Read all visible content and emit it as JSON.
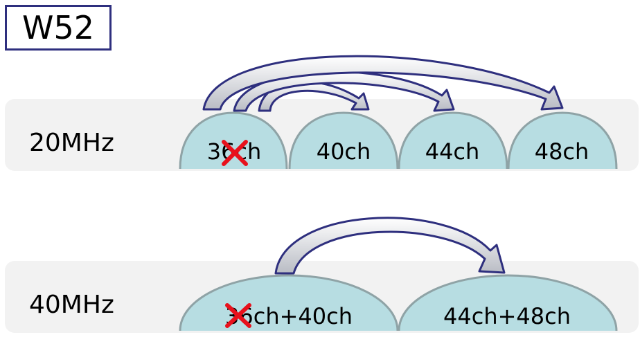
{
  "title": "W52",
  "rows": [
    {
      "label": "20MHz",
      "channels": [
        "36ch",
        "40ch",
        "44ch",
        "48ch"
      ],
      "blocked_channel": "36ch"
    },
    {
      "label": "40MHz",
      "channels": [
        "36ch+40ch",
        "44ch+48ch"
      ],
      "blocked_channel": "36ch+40ch"
    }
  ],
  "colors": {
    "row_background": "#f2f2f2",
    "channel_fill": "#b7dde2",
    "channel_stroke": "#8fa3a6",
    "arrow_stroke": "#2e2f7e",
    "arrow_fill": "#ffffff",
    "arrow_tail_fill": "#c6c9cf",
    "cross": "#e8111c"
  }
}
